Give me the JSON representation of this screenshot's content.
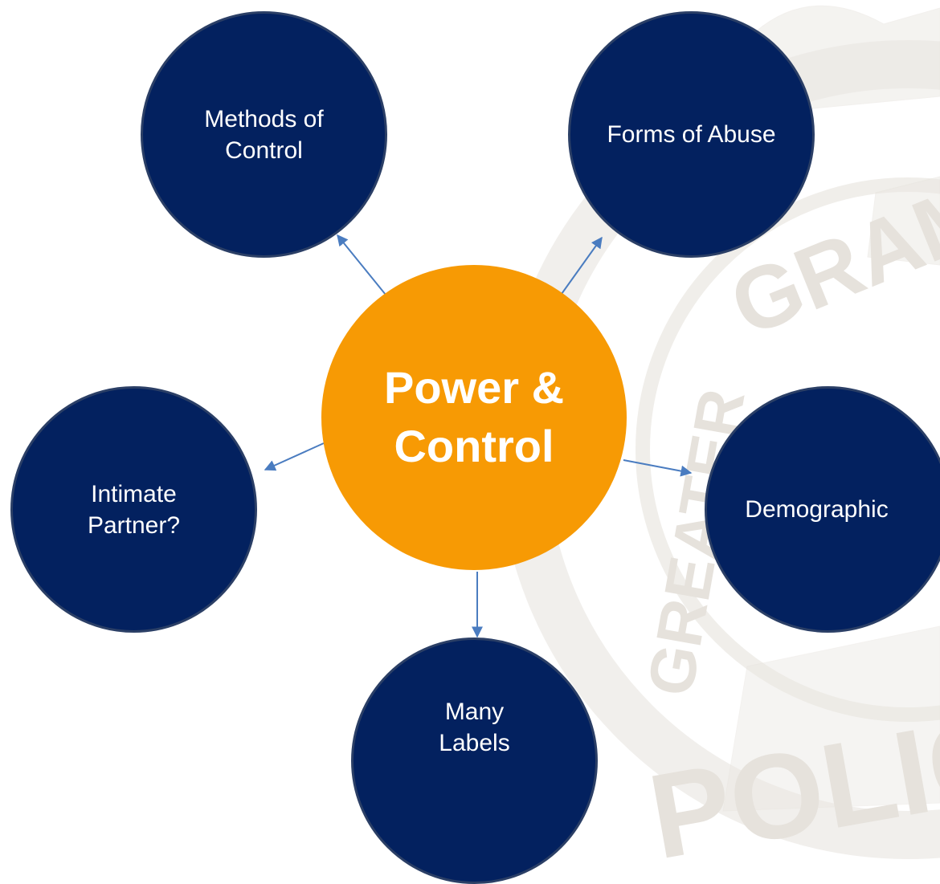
{
  "diagram": {
    "center": {
      "label": "Power & Control",
      "color": "#f79a04"
    },
    "nodes": [
      {
        "id": "methods",
        "label": "Methods of Control"
      },
      {
        "id": "forms",
        "label": "Forms of Abuse"
      },
      {
        "id": "intimate",
        "label": "Intimate Partner?"
      },
      {
        "id": "demographic",
        "label": "Demographic"
      },
      {
        "id": "labels",
        "label": "Many Labels"
      }
    ],
    "node_color": "#03215f",
    "arrow_color": "#4a7cc0",
    "watermark": {
      "text": "GREATER · GRAM… POLIC…",
      "color": "#e9e5df"
    }
  }
}
